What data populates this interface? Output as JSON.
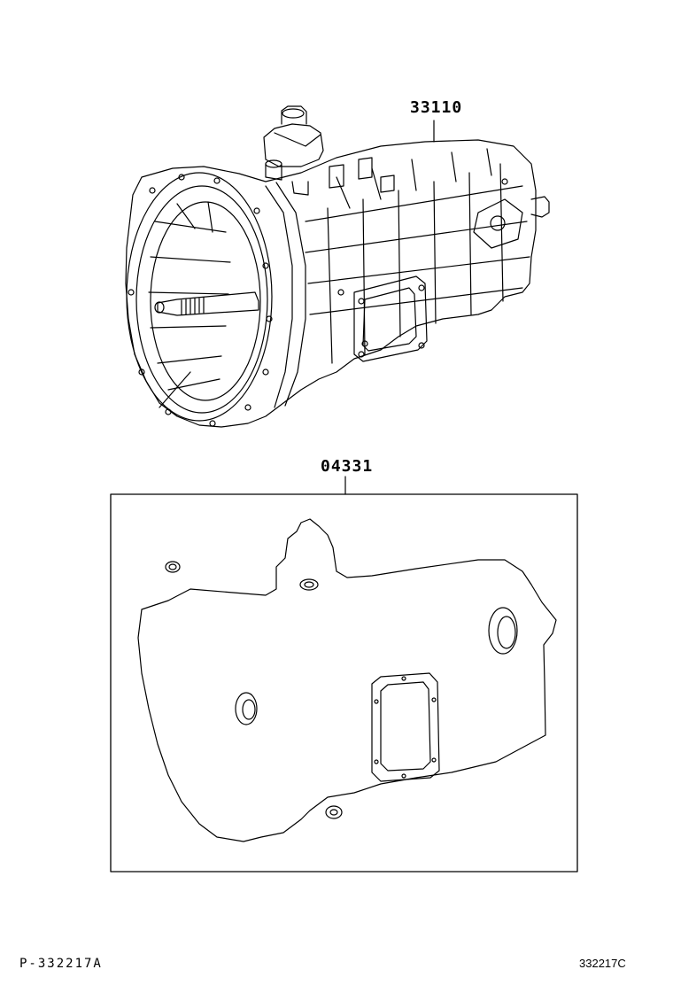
{
  "parts": {
    "assembly": {
      "number": "33110",
      "drawing": "manual-transmission-assembly"
    },
    "gasket_kit": {
      "number": "04331",
      "drawing": "transmission-gasket-kit"
    }
  },
  "footer": {
    "left_code": "P-332217A",
    "right_code": "332217C"
  }
}
